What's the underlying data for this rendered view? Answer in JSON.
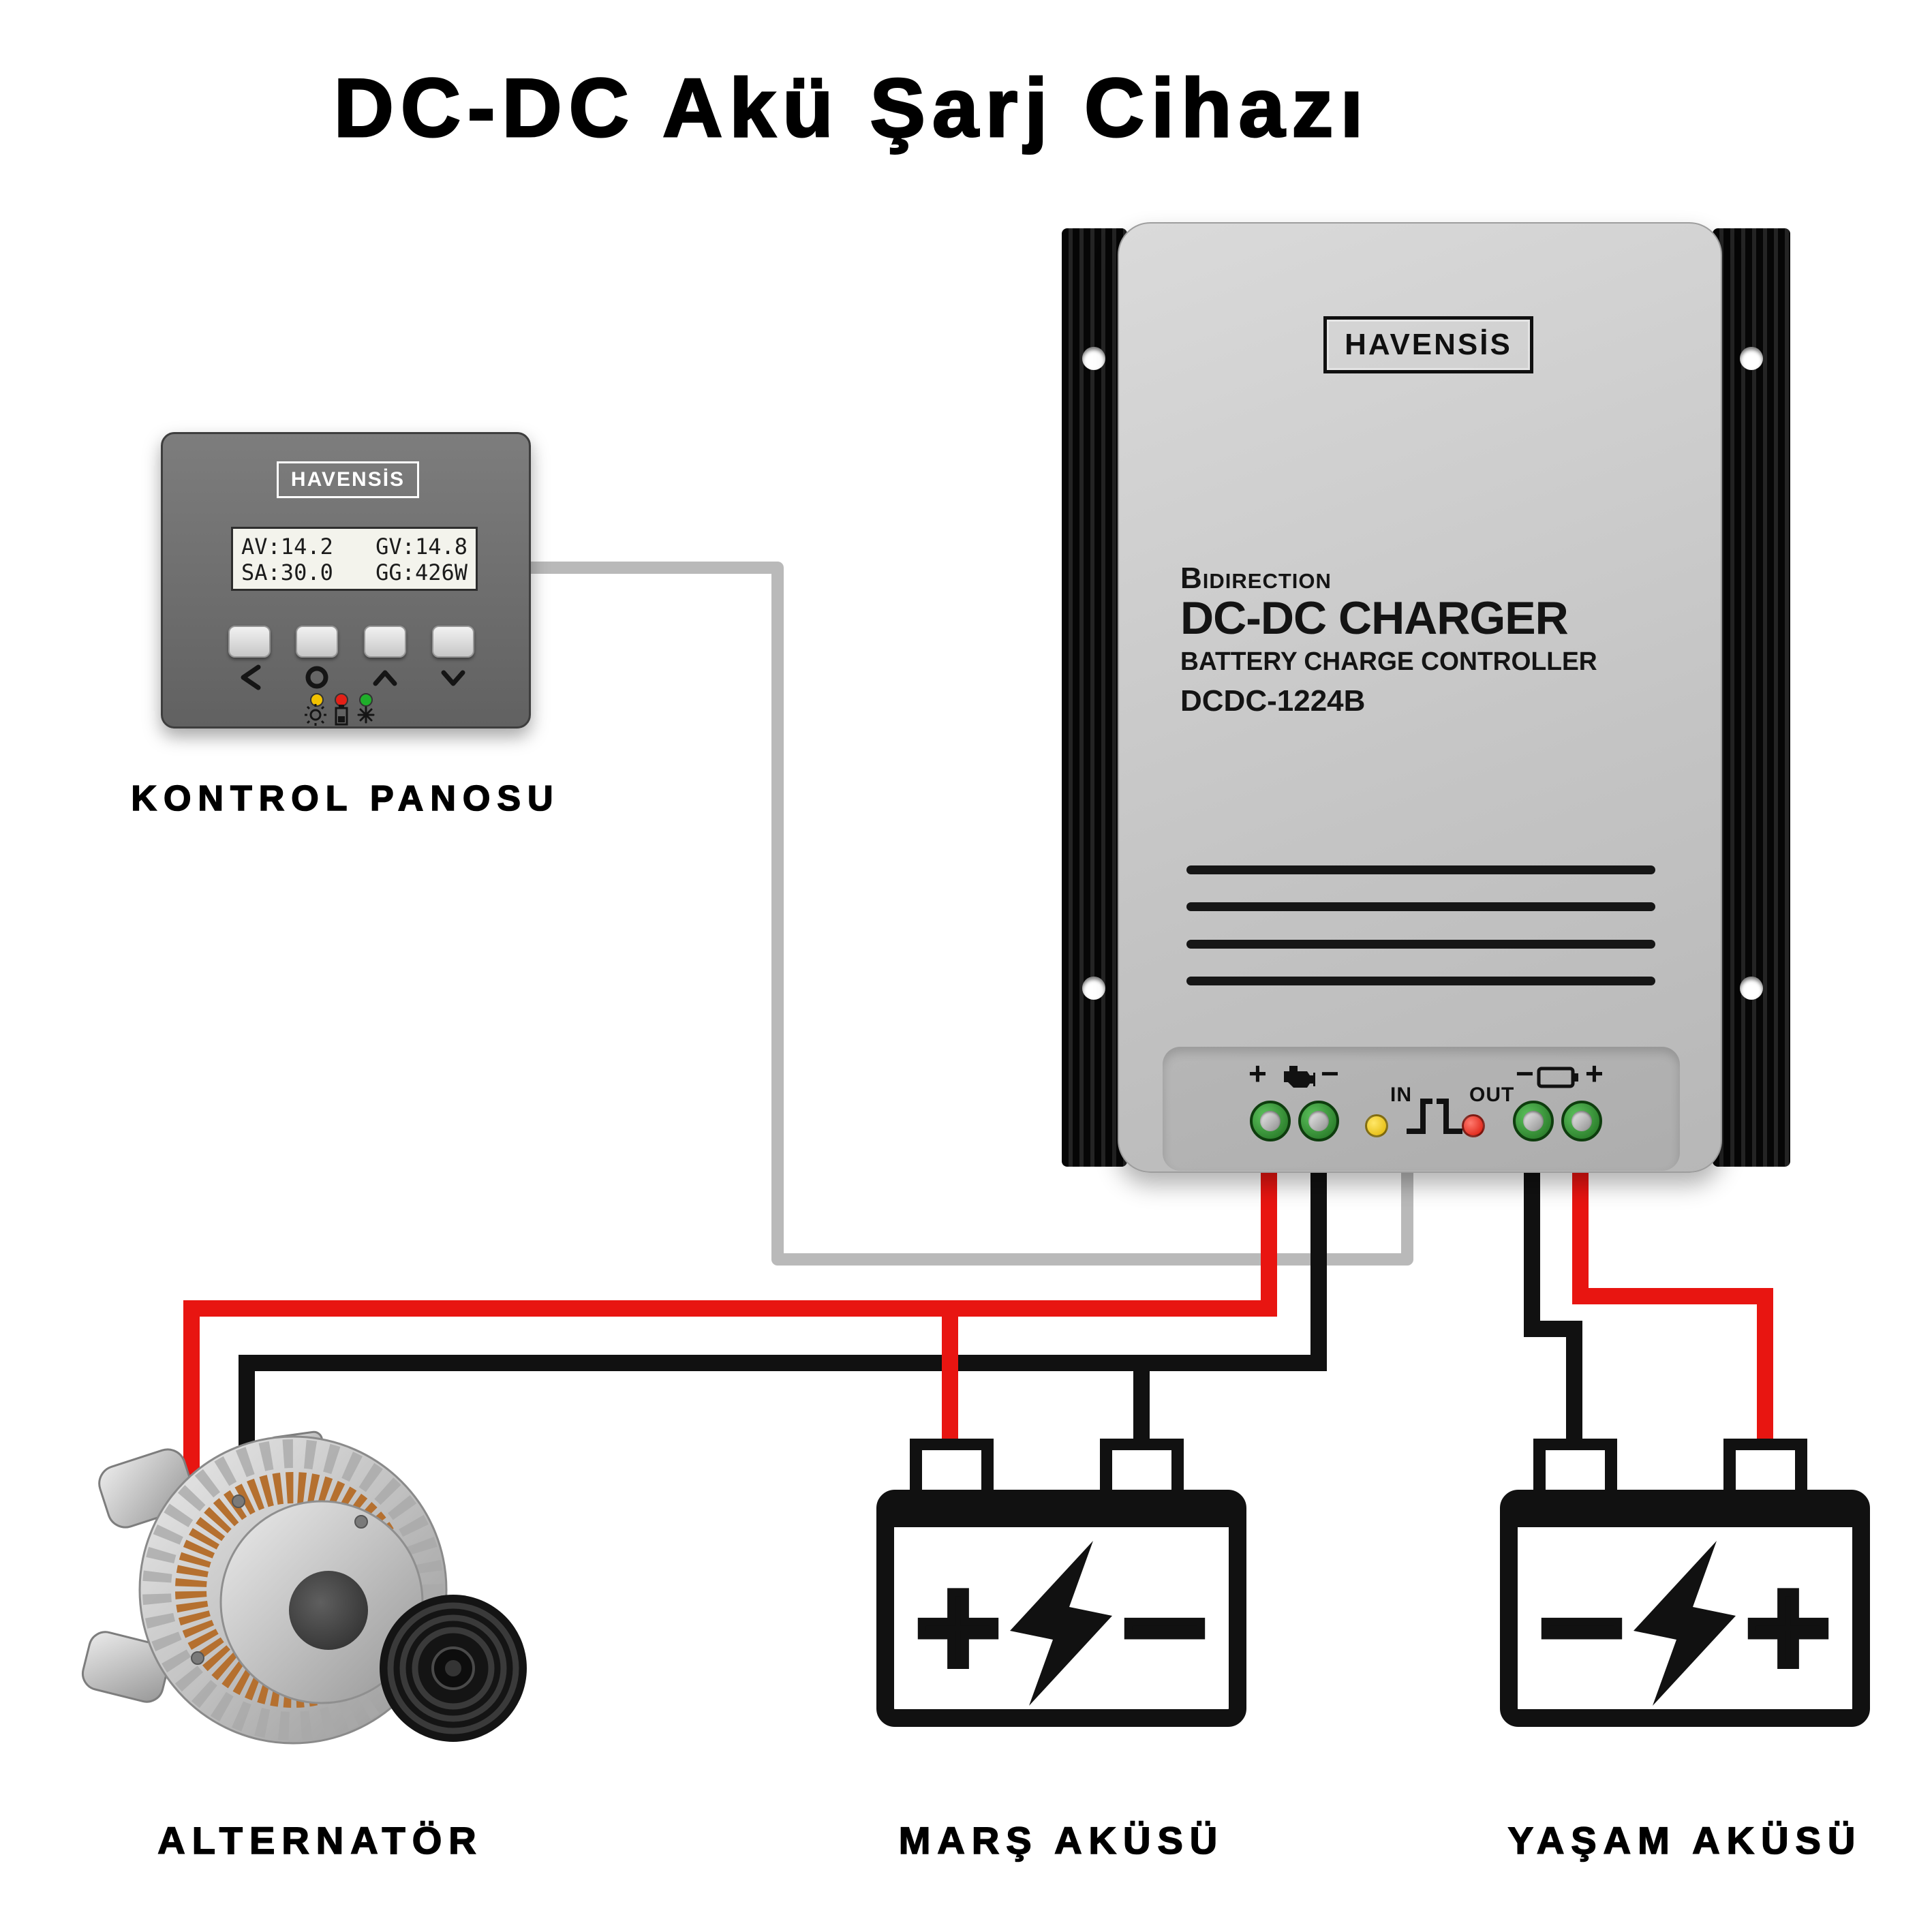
{
  "title": "DC-DC Akü Şarj Cihazı",
  "control_panel": {
    "brand": "HAVENSİS",
    "label": "KONTROL PANOSU",
    "lcd": {
      "av": "AV:14.2",
      "gv": "GV:14.8",
      "sa": "SA:30.0",
      "gg": "GG:426W"
    }
  },
  "charger": {
    "brand": "HAVENSİS",
    "series": "Bidirection",
    "product": "DC-DC CHARGER",
    "subtitle": "BATTERY CHARGE CONTROLLER",
    "model": "DCDC-1224B",
    "in_label": "IN",
    "out_label": "OUT",
    "input_plus": "+",
    "input_minus": "−",
    "output_minus": "−",
    "output_plus": "+"
  },
  "alternator": {
    "label": "ALTERNATÖR"
  },
  "starter_battery": {
    "label": "MARŞ AKÜSÜ",
    "left_terminal": "+",
    "right_terminal": "−"
  },
  "house_battery": {
    "label": "YAŞAM AKÜSÜ",
    "left_terminal": "−",
    "right_terminal": "+"
  },
  "colors": {
    "wire_red": "#e81511",
    "wire_black": "#111111",
    "wire_gray": "#b9b9b9",
    "led_yellow": "#f2c200",
    "led_red": "#e32017",
    "led_green": "#1fae2a",
    "terminal_green": "#2e8f2e",
    "charger_body": "#cccccc",
    "panel_body": "#6e6e6e"
  }
}
